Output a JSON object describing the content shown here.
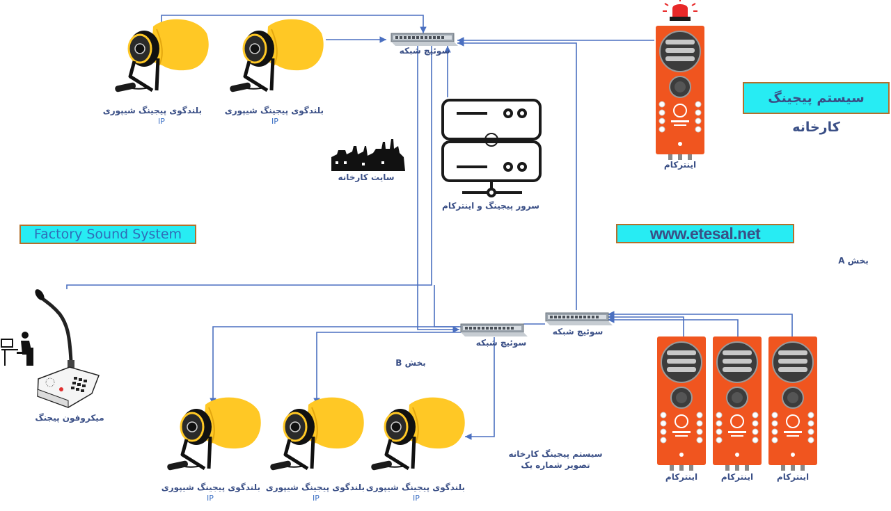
{
  "title_fa": "سیستم پیجینگ کارخانه",
  "title_en": "Factory Sound System",
  "website": "www.etesal.net",
  "section_a": "بخش A",
  "section_b": "بخش B",
  "caption_line1": "سیستم پیجینگ کارخانه",
  "caption_line2": "تصویر شماره یک",
  "switch_label": "سوئیچ شبکه",
  "server_label": "سرور پیجینگ و اینترکام",
  "site_label": "سایت کارخانه",
  "horn_label": "بلندگوی پیجینگ شیپوری",
  "horn_sub": "IP",
  "intercom_label": "اینترکام",
  "mic_label": "میکروفون پیجنگ",
  "colors": {
    "line": "#4a6fc0",
    "horn_yellow": "#ffc825",
    "intercom_orange": "#f0551f",
    "label_blue": "#3a4f86",
    "box_cyan": "#27ecf3",
    "box_border": "#b3702c"
  }
}
